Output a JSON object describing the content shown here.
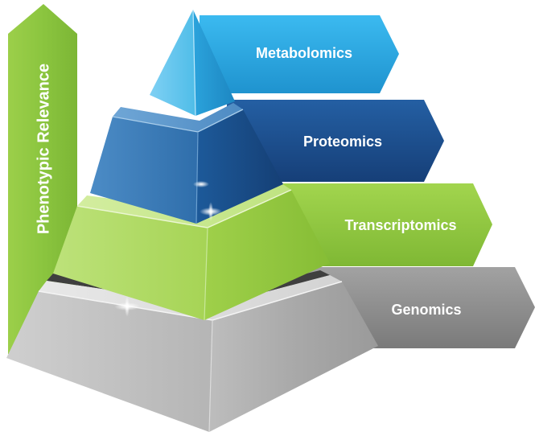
{
  "axis": {
    "label": "Phenotypic Relevance",
    "color": "#8dc63f"
  },
  "layers": [
    {
      "id": "metabolomics",
      "label": "Metabolomics",
      "color": "#29abe2"
    },
    {
      "id": "proteomics",
      "label": "Proteomics",
      "color": "#1b4f8f"
    },
    {
      "id": "transcriptomics",
      "label": "Transcriptomics",
      "color": "#8dc63f"
    },
    {
      "id": "genomics",
      "label": "Genomics",
      "color": "#8c8c8c"
    }
  ]
}
